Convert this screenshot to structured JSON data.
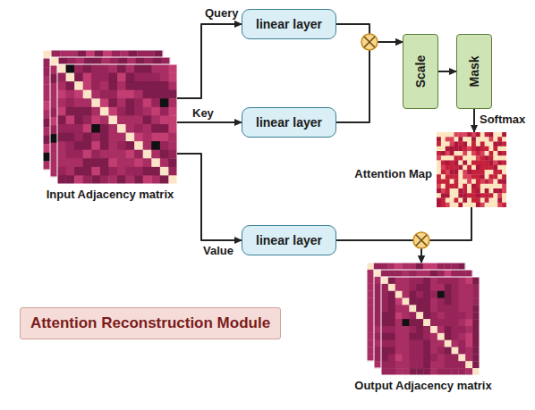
{
  "diagram": {
    "nodes": [
      {
        "text": [
          "Input Adjacency matrix"
        ]
      },
      {
        "text": [
          "linear layer"
        ]
      },
      {
        "text": [
          "linear layer"
        ]
      },
      {
        "text": [
          "linear layer"
        ]
      },
      {
        "text": [
          "Scale"
        ]
      },
      {
        "text": [
          "Mask"
        ]
      },
      {
        "text": [
          "Attention Map"
        ]
      },
      {
        "text": [
          "Output Adjacency matrix"
        ]
      },
      {
        "text": [
          "Attention Reconstruction Module"
        ]
      }
    ],
    "edges": [
      {
        "from": 0,
        "to": 1,
        "arrow": "to",
        "label": "Query"
      },
      {
        "from": 0,
        "to": 2,
        "arrow": "to",
        "label": "Key"
      },
      {
        "from": 0,
        "to": 3,
        "arrow": "to",
        "label": "Value"
      },
      {
        "from": 1,
        "to": 4,
        "arrow": "to"
      },
      {
        "from": 2,
        "to": 4,
        "arrow": "to"
      },
      {
        "from": 4,
        "to": 5,
        "arrow": "to"
      },
      {
        "from": 5,
        "to": 6,
        "arrow": "to",
        "label": "Softmax"
      },
      {
        "from": 3,
        "to": 7,
        "arrow": "to"
      },
      {
        "from": 6,
        "to": 7,
        "arrow": "to"
      }
    ]
  }
}
